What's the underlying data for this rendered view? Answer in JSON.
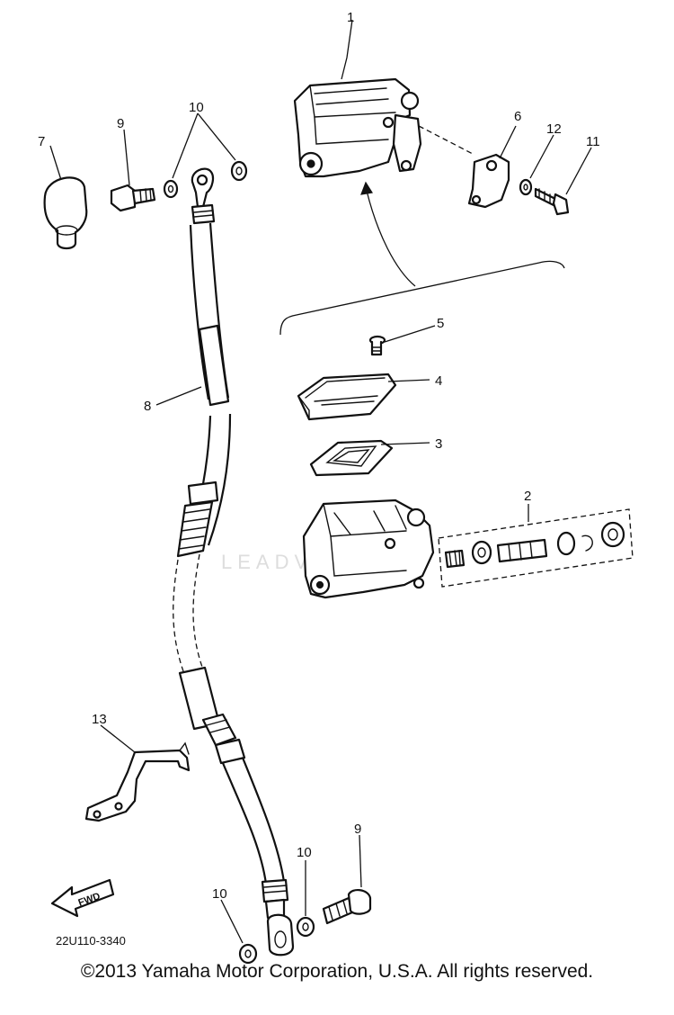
{
  "diagram": {
    "parts": [
      "1",
      "2",
      "3",
      "4",
      "5",
      "6",
      "7",
      "8",
      "9",
      "10",
      "11",
      "12",
      "13"
    ],
    "diagram_code": "22U110-3340",
    "direction_marker": "FWD",
    "watermark": "LEADVENTURE",
    "copyright": "©2013 Yamaha Motor Corporation, U.S.A. All rights reserved."
  }
}
